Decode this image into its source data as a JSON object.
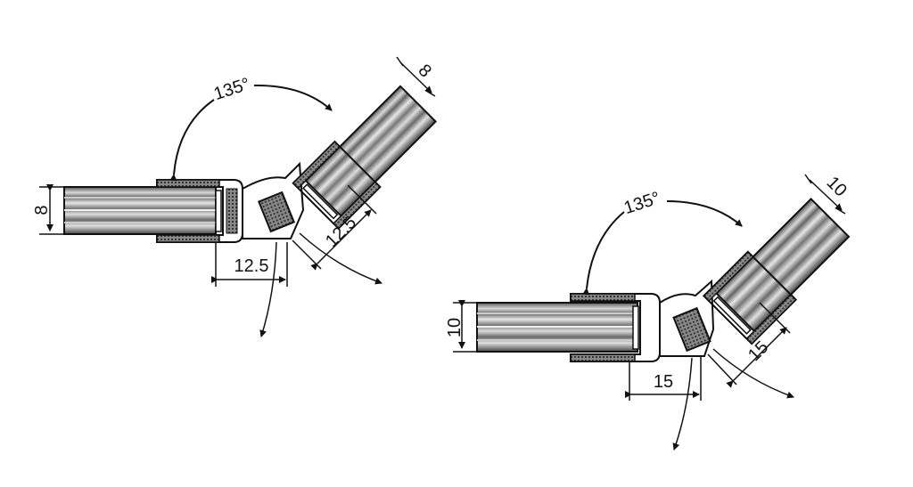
{
  "diagrams": [
    {
      "angle_label": "135°",
      "glass_left_thickness": "8",
      "glass_right_thickness": "8",
      "offset_left": "12.5",
      "offset_right": "12.5"
    },
    {
      "angle_label": "135°",
      "glass_left_thickness": "10",
      "glass_right_thickness": "10",
      "offset_left": "15",
      "offset_right": "15"
    }
  ],
  "colors": {
    "line": "#111111",
    "glass_stripe_dark": "#777777",
    "glass_stripe_light": "#cfcfcf",
    "seal_fill": "#666666",
    "background": "#ffffff"
  }
}
